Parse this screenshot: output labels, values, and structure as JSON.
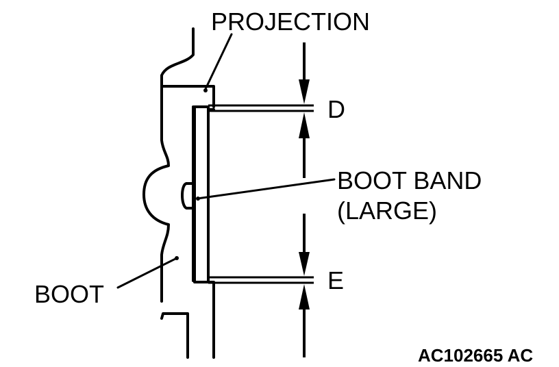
{
  "labels": {
    "projection": "PROJECTION",
    "dimension_d": "D",
    "boot_band_line1": "BOOT BAND",
    "boot_band_line2": "(LARGE)",
    "dimension_e": "E",
    "boot": "BOOT",
    "figure_code": "AC102665 AC"
  },
  "colors": {
    "ink": "#000000",
    "background": "#ffffff"
  }
}
